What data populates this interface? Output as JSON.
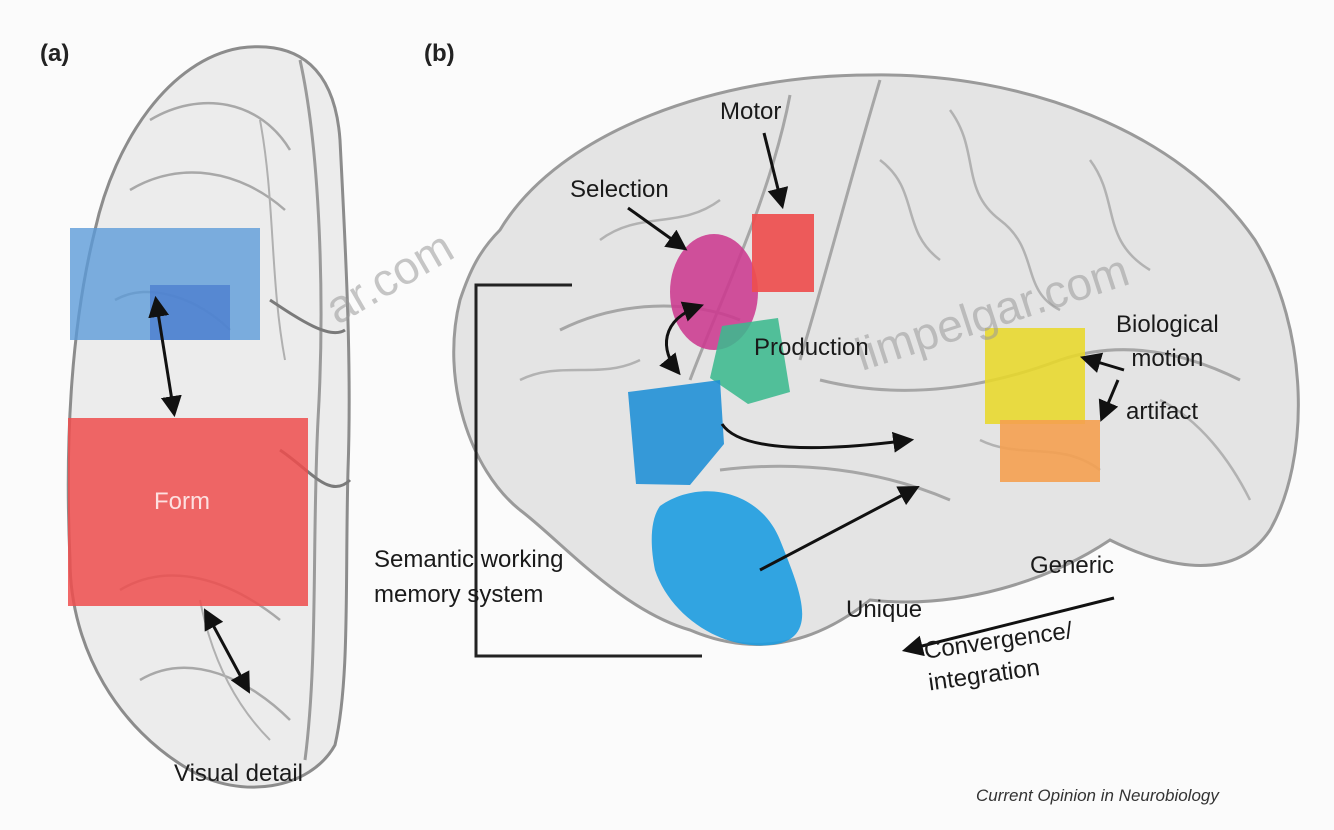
{
  "panels": {
    "a": "(a)",
    "b": "(b)"
  },
  "labels": {
    "form": "Form",
    "visual_detail": "Visual detail",
    "motor": "Motor",
    "selection": "Selection",
    "production": "Production",
    "biological_motion": "Biological\nmotion",
    "artifact": "artifact",
    "semantic_wm": "Semantic working\nmemory system",
    "generic": "Generic",
    "unique": "Unique",
    "convergence": "Convergence/\nintegration"
  },
  "source": "Current Opinion in Neurobiology",
  "watermarks": [
    "ar.com",
    "limpelgar.com"
  ],
  "colors": {
    "blue": "#5a9ad8",
    "red": "#ee4e4e",
    "magenta": "#cc3a90",
    "green": "#3cba8e",
    "cyan": "#1d9ce0",
    "yellow": "#e8d82a",
    "orange": "#f4a050",
    "brain_fill": "#e4e4e4",
    "brain_line": "#9a9a9a"
  }
}
